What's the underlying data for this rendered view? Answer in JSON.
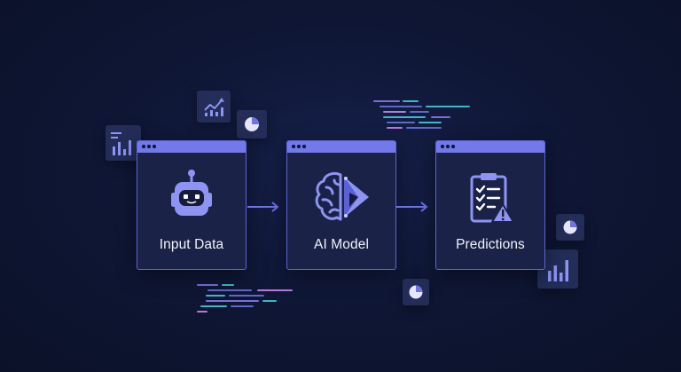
{
  "steps": [
    {
      "label": "Input Data",
      "icon": "robot-icon"
    },
    {
      "label": "AI Model",
      "icon": "brain-play-icon"
    },
    {
      "label": "Predictions",
      "icon": "clipboard-warning-icon"
    }
  ],
  "colors": {
    "background": "#0f1736",
    "card": "#1a2347",
    "accent": "#7479ea",
    "text": "#f1f2ff",
    "teal": "#3fb6c4",
    "pink": "#b67ad8"
  }
}
